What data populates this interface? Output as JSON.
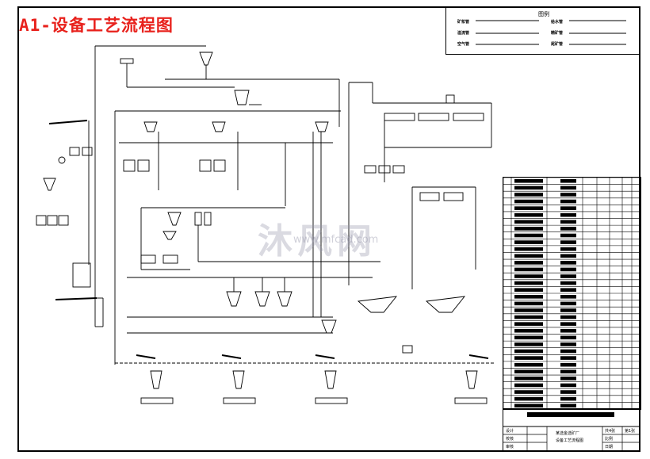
{
  "drawing": {
    "title": "A1-设备工艺流程图"
  },
  "legend": {
    "title": "图例",
    "labels": [
      "矿浆管",
      "溢流管",
      "空气管",
      "给水管",
      "精矿管",
      "尾矿管"
    ]
  },
  "parts_table": {
    "row_count": 34
  },
  "title_block": {
    "drawing_name": "设备工艺流程图",
    "plant_name": "某选金选矿厂",
    "label_design": "设计",
    "label_check": "校核",
    "label_review": "审核",
    "label_sheets": "共4张",
    "label_sheet_no": "第1张",
    "label_scale": "比例",
    "label_date": "日期"
  },
  "watermark": {
    "brand": "沐风网",
    "url": "www.mfcad.com"
  }
}
